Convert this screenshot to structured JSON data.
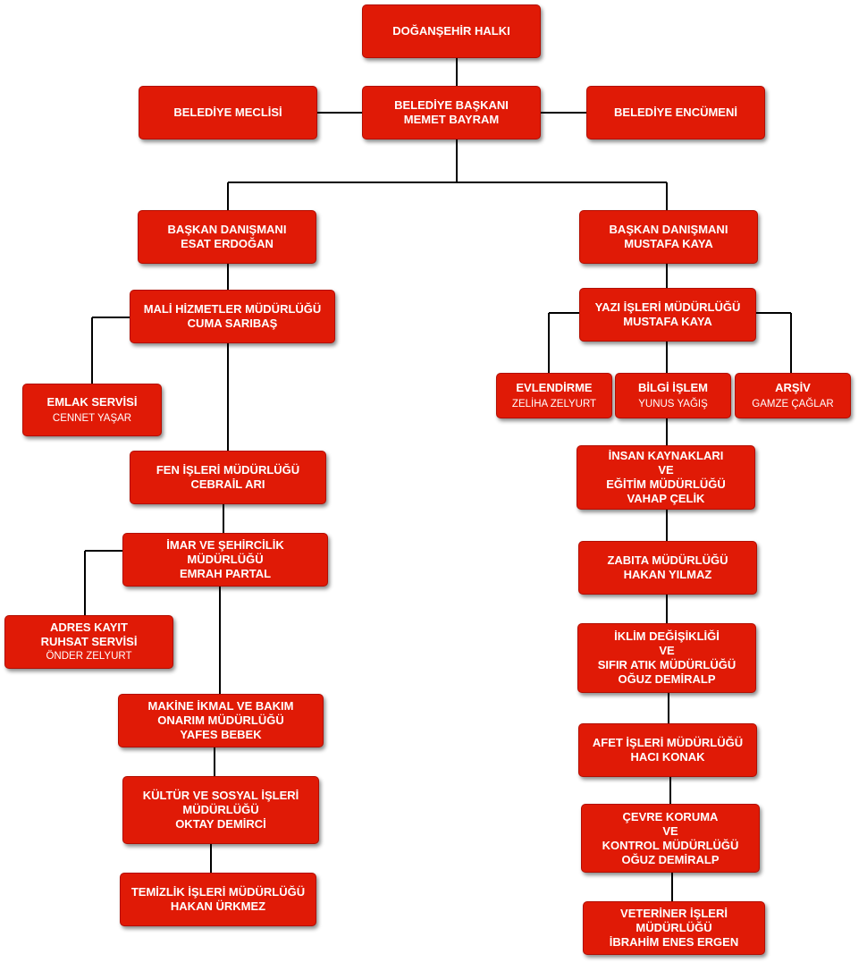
{
  "nodes": {
    "halk": {
      "title": "DOĞANŞEHİR HALKI"
    },
    "meclis": {
      "title": "BELEDİYE MECLİSİ"
    },
    "baskan": {
      "title": "BELEDİYE BAŞKANI\nMEMET BAYRAM"
    },
    "encumen": {
      "title": "BELEDİYE ENCÜMENİ"
    },
    "danisman1": {
      "title": "BAŞKAN DANIŞMANI\nESAT ERDOĞAN"
    },
    "danisman2": {
      "title": "BAŞKAN DANIŞMANI\nMUSTAFA KAYA"
    },
    "mali": {
      "title": "MALİ HİZMETLER MÜDÜRLÜĞÜ\nCUMA SARIBAŞ"
    },
    "emlak": {
      "title": "EMLAK SERVİSİ",
      "sub": "CENNET YAŞAR"
    },
    "fen": {
      "title": "FEN İŞLERİ MÜDÜRLÜĞÜ\nCEBRAİL ARI"
    },
    "imar": {
      "title": "İMAR VE ŞEHİRCİLİK MÜDÜRLÜĞÜ\nEMRAH PARTAL"
    },
    "adres": {
      "title": "ADRES KAYIT\nRUHSAT SERVİSİ",
      "sub": "ÖNDER ZELYURT"
    },
    "makine": {
      "title": "MAKİNE İKMAL VE BAKIM\nONARIM MÜDÜRLÜĞÜ\nYAFES BEBEK"
    },
    "kultur": {
      "title": "KÜLTÜR VE SOSYAL İŞLERİ\nMÜDÜRLÜĞÜ\nOKTAY DEMİRCİ"
    },
    "temizlik": {
      "title": "TEMİZLİK İŞLERİ MÜDÜRLÜĞÜ\nHAKAN ÜRKMEZ"
    },
    "yazi": {
      "title": "YAZI İŞLERİ MÜDÜRLÜĞÜ\nMUSTAFA KAYA"
    },
    "evlendirme": {
      "title": "EVLENDİRME",
      "sub": "ZELİHA ZELYURT"
    },
    "bilgi": {
      "title": "BİLGİ İŞLEM",
      "sub": "YUNUS YAĞIŞ"
    },
    "arsiv": {
      "title": "ARŞİV",
      "sub": "GAMZE ÇAĞLAR"
    },
    "insan": {
      "title": "İNSAN KAYNAKLARI\nVE\nEĞİTİM MÜDÜRLÜĞÜ\nVAHAP ÇELİK"
    },
    "zabita": {
      "title": "ZABITA MÜDÜRLÜĞÜ\nHAKAN YILMAZ"
    },
    "iklim": {
      "title": "İKLİM DEĞİŞİKLİĞİ\nVE\nSIFIR ATIK MÜDÜRLÜĞÜ\nOĞUZ DEMİRALP"
    },
    "afet": {
      "title": "AFET İŞLERİ MÜDÜRLÜĞÜ\nHACI KONAK"
    },
    "cevre": {
      "title": "ÇEVRE KORUMA\nVE\nKONTROL MÜDÜRLÜĞÜ\nOĞUZ DEMİRALP"
    },
    "veteriner": {
      "title": "VETERİNER İŞLERİ\nMÜDÜRLÜĞÜ\nİBRAHİM ENES ERGEN"
    }
  },
  "colors": {
    "box_fill": "#e01a06",
    "box_text": "#ffffff",
    "connector": "#000000"
  }
}
